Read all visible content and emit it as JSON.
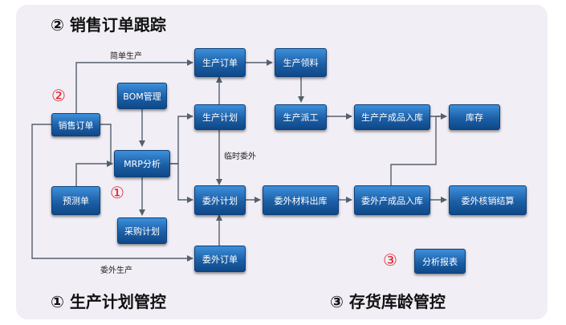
{
  "headings": {
    "top": "② 销售订单跟踪",
    "bottom_left": "① 生产计划管控",
    "bottom_right": "③ 存货库龄管控"
  },
  "markers": {
    "one": "①",
    "two": "②",
    "three": "③"
  },
  "nodes": {
    "sales_order": "销售订单",
    "forecast": "预测单",
    "bom": "BOM管理",
    "mrp": "MRP分析",
    "purchase_plan": "采购计划",
    "production_order": "生产订单",
    "production_plan": "生产计划",
    "outsource_plan": "委外计划",
    "outsource_order": "委外订单",
    "material_pick": "生产领料",
    "dispatch": "生产派工",
    "finished_in": "生产产成品入库",
    "inventory": "库存",
    "outsource_material_out": "委外材料出库",
    "outsource_finished_in": "委外产成品入库",
    "outsource_settlement": "委外核销结算",
    "analysis_report": "分析报表"
  },
  "edge_labels": {
    "simple_production": "简单生产",
    "temp_outsource": "临时委外",
    "outsource_production": "委外生产"
  }
}
